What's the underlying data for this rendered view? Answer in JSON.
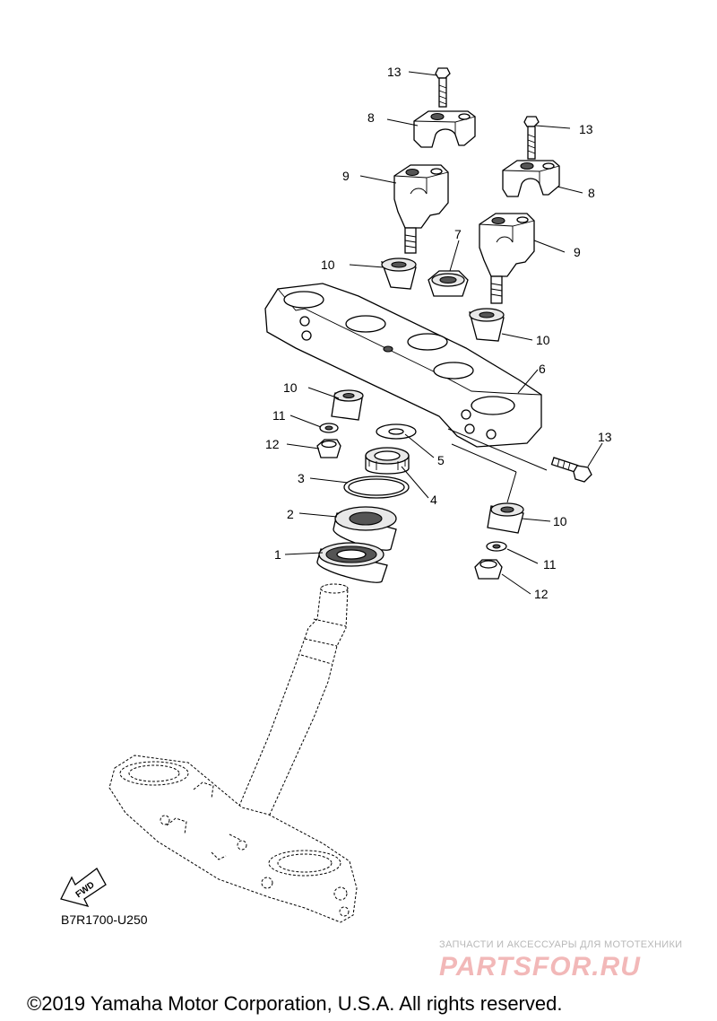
{
  "diagram": {
    "code": "B7R1700-U250",
    "fwd_label": "FWD",
    "callouts": [
      {
        "id": "c1",
        "text": "1"
      },
      {
        "id": "c2",
        "text": "2"
      },
      {
        "id": "c3",
        "text": "3"
      },
      {
        "id": "c4",
        "text": "4"
      },
      {
        "id": "c5",
        "text": "5"
      },
      {
        "id": "c6",
        "text": "6"
      },
      {
        "id": "c7",
        "text": "7"
      },
      {
        "id": "c8a",
        "text": "8"
      },
      {
        "id": "c8b",
        "text": "8"
      },
      {
        "id": "c9a",
        "text": "9"
      },
      {
        "id": "c9b",
        "text": "9"
      },
      {
        "id": "c10a",
        "text": "10"
      },
      {
        "id": "c10b",
        "text": "10"
      },
      {
        "id": "c10c",
        "text": "10"
      },
      {
        "id": "c10d",
        "text": "10"
      },
      {
        "id": "c11a",
        "text": "11"
      },
      {
        "id": "c11b",
        "text": "11"
      },
      {
        "id": "c12a",
        "text": "12"
      },
      {
        "id": "c12b",
        "text": "12"
      },
      {
        "id": "c13a",
        "text": "13"
      },
      {
        "id": "c13b",
        "text": "13"
      },
      {
        "id": "c13c",
        "text": "13"
      }
    ]
  },
  "watermark": {
    "tagline": "ЗАПЧАСТИ И АКСЕССУАРЫ ДЛЯ МОТОТЕХНИКИ",
    "brand": "PARTSFOR.RU"
  },
  "footer": {
    "copyright": "©2019 Yamaha Motor Corporation, U.S.A. All rights reserved."
  }
}
